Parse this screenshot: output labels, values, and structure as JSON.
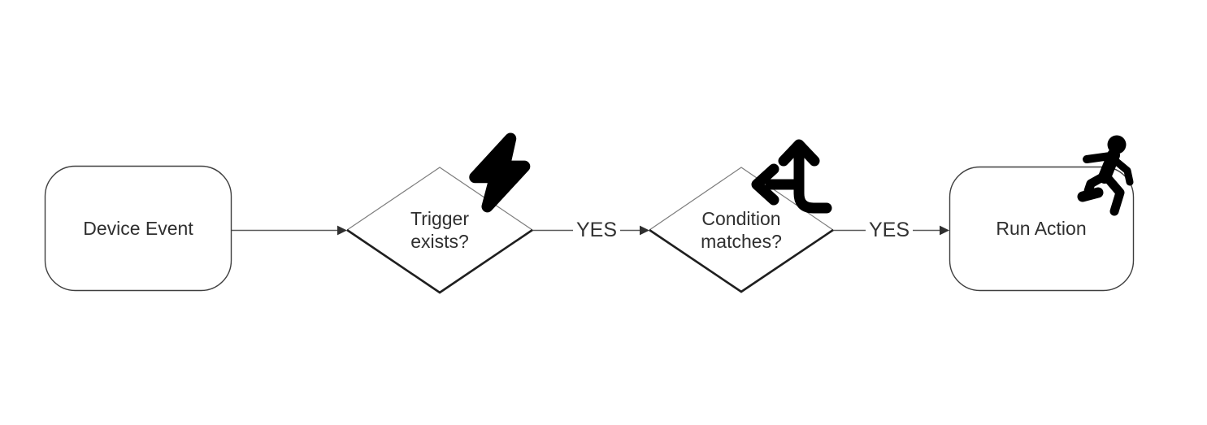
{
  "diagram": {
    "type": "flowchart",
    "direction": "left-to-right",
    "background_color": "#ffffff",
    "colors": {
      "node_stroke": "#3f3f3f",
      "diamond_top_stroke": "#7d7d7d",
      "diamond_bottom_stroke": "#1f1f1f",
      "connector": "#5a5a5a",
      "text": "#2f2f2f",
      "icon": "#000000"
    },
    "nodes": [
      {
        "id": "device-event",
        "shape": "rounded-rectangle",
        "label": "Device Event"
      },
      {
        "id": "trigger-exists",
        "shape": "diamond",
        "label_line1": "Trigger",
        "label_line2": "exists?",
        "icon": "bolt-icon"
      },
      {
        "id": "condition-matches",
        "shape": "diamond",
        "label_line1": "Condition",
        "label_line2": "matches?",
        "icon": "arrows-split-up-and-left-icon"
      },
      {
        "id": "run-action",
        "shape": "rounded-rectangle",
        "label": "Run Action",
        "icon": "person-running-icon"
      }
    ],
    "edges": [
      {
        "from": "device-event",
        "to": "trigger-exists",
        "label": ""
      },
      {
        "from": "trigger-exists",
        "to": "condition-matches",
        "label": "YES"
      },
      {
        "from": "condition-matches",
        "to": "run-action",
        "label": "YES"
      }
    ]
  }
}
